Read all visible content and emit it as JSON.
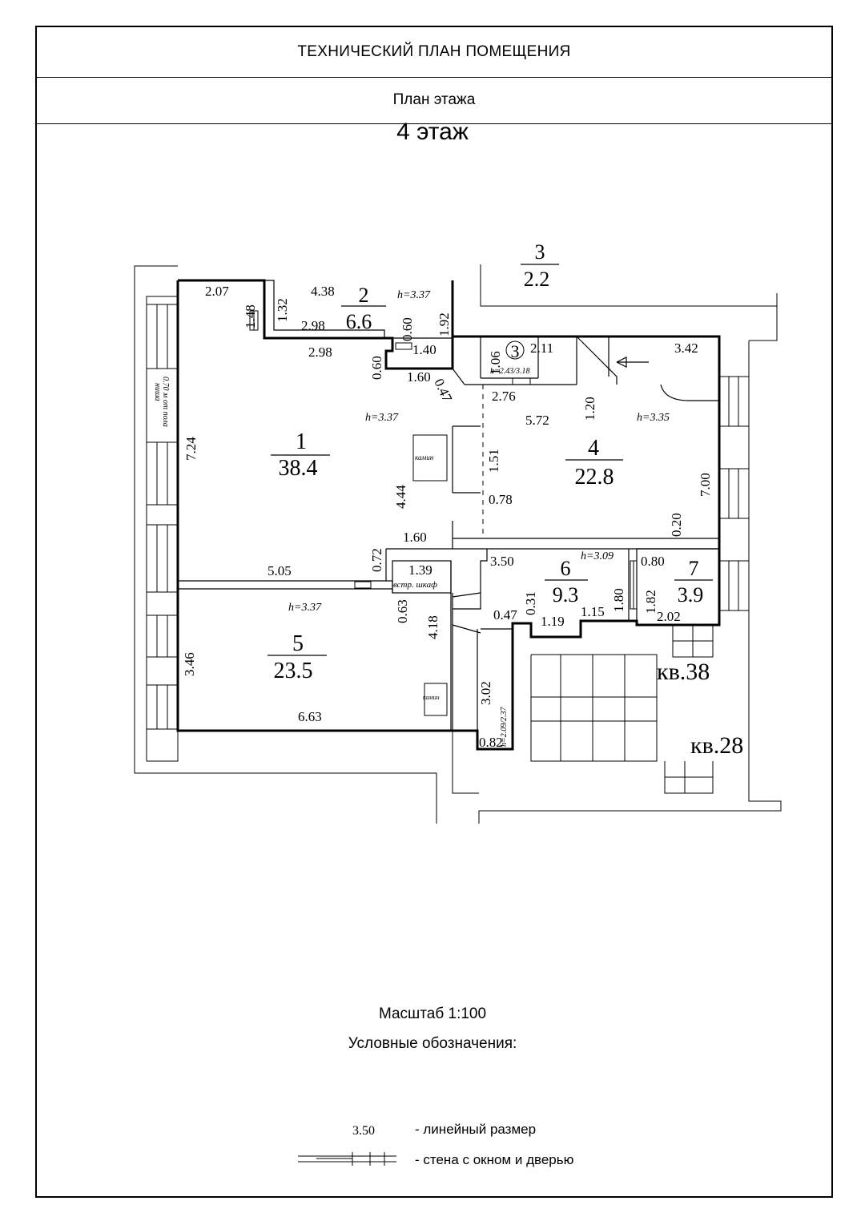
{
  "header": {
    "title": "ТЕХНИЧЕСКИЙ ПЛАН ПОМЕЩЕНИЯ",
    "subtitle": "План этажа"
  },
  "floor_label": "4 этаж",
  "rooms": [
    {
      "num": "1",
      "area": "38.4"
    },
    {
      "num": "2",
      "area": "6.6"
    },
    {
      "num": "3",
      "area": "2.2"
    },
    {
      "num": "3",
      "area": ""
    },
    {
      "num": "4",
      "area": "22.8"
    },
    {
      "num": "5",
      "area": "23.5"
    },
    {
      "num": "6",
      "area": "9.3"
    },
    {
      "num": "7",
      "area": "3.9"
    }
  ],
  "heights": [
    "h=3.37",
    "h=3.37",
    "h=3.35",
    "h=3.37",
    "h=3.09",
    "h=2.43/3.18",
    "h=2.09/2.37"
  ],
  "dimensions": [
    "2.07",
    "4.38",
    "1.48",
    "1.32",
    "2.98",
    "2.98",
    "0.60",
    "1.92",
    "1.40",
    "0.60",
    "1.60",
    "0.47",
    "1.06",
    "2.11",
    "3.42",
    "2.76",
    "1.20",
    "5.72",
    "7.24",
    "4.44",
    "1.51",
    "0.78",
    "7.00",
    "0.20",
    "1.60",
    "0.72",
    "5.05",
    "1.39",
    "0.63",
    "4.18",
    "3.50",
    "1.80",
    "0.80",
    "1.82",
    "0.31",
    "0.47",
    "1.19",
    "1.15",
    "2.02",
    "3.46",
    "6.63",
    "3.02",
    "0.82"
  ],
  "labels": {
    "fireplace_1": "камин",
    "fireplace_5": "камин",
    "wardrobe": "встр. шкаф",
    "niche": "ниша",
    "niche_note": "0.70 м от пола",
    "apt_38": "кв.38",
    "apt_28": "кв.28"
  },
  "footer": {
    "scale": "Масштаб 1:100",
    "legend_title": "Условные обозначения:",
    "legend": [
      {
        "sample": "3.50",
        "text": "- линейный размер"
      },
      {
        "sample": "",
        "text": "- стена с окном и дверью"
      }
    ]
  }
}
